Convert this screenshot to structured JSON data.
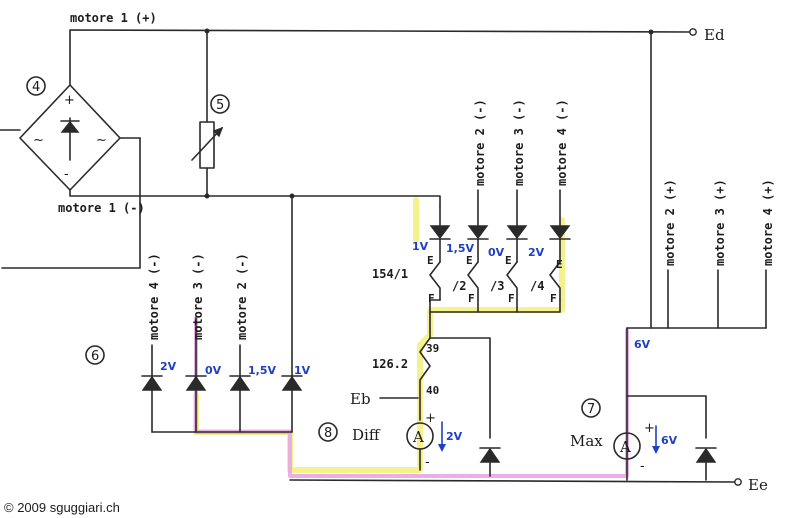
{
  "labels": {
    "motore1_plus": "motore 1 (+)",
    "motore1_minus": "motore 1 (-)",
    "terminal_ed": "Ed",
    "terminal_ee": "Ee",
    "terminal_eb": "Eb",
    "diff": "Diff",
    "max": "Max",
    "relay_154": "154/1",
    "relay_126": "126.2",
    "pin_39": "39",
    "pin_40": "40",
    "contact_2": "/2",
    "contact_3": "/3",
    "contact_4": "/4",
    "pin_e": "E",
    "pin_f": "F",
    "ammeter": "A",
    "plus": "+",
    "minus": "-",
    "copyright": "© 2009 sguggiari.ch"
  },
  "component_numbers": {
    "n4": "4",
    "n5": "5",
    "n6": "6",
    "n7": "7",
    "n8": "8"
  },
  "motor_labels": {
    "top_minus": [
      "motore 2 (-)",
      "motore 3 (-)",
      "motore 4 (-)"
    ],
    "right_plus": [
      "motore 2 (+)",
      "motore 3 (+)",
      "motore 4 (+)"
    ],
    "left_minus": [
      "motore 4 (-)",
      "motore 3 (-)",
      "motore 2 (-)"
    ]
  },
  "voltages": {
    "top": [
      "1V",
      "1,5V",
      "0V",
      "2V"
    ],
    "bottom": [
      "2V",
      "0V",
      "1,5V",
      "1V"
    ],
    "diff_meter": "2V",
    "max_meter": "6V",
    "rail": "6V"
  },
  "colors": {
    "ink": "#2a2a2a",
    "voltage": "#1f3fc4",
    "highlight_yellow": "#f3ee7a",
    "highlight_pink": "#e9a6e6"
  }
}
